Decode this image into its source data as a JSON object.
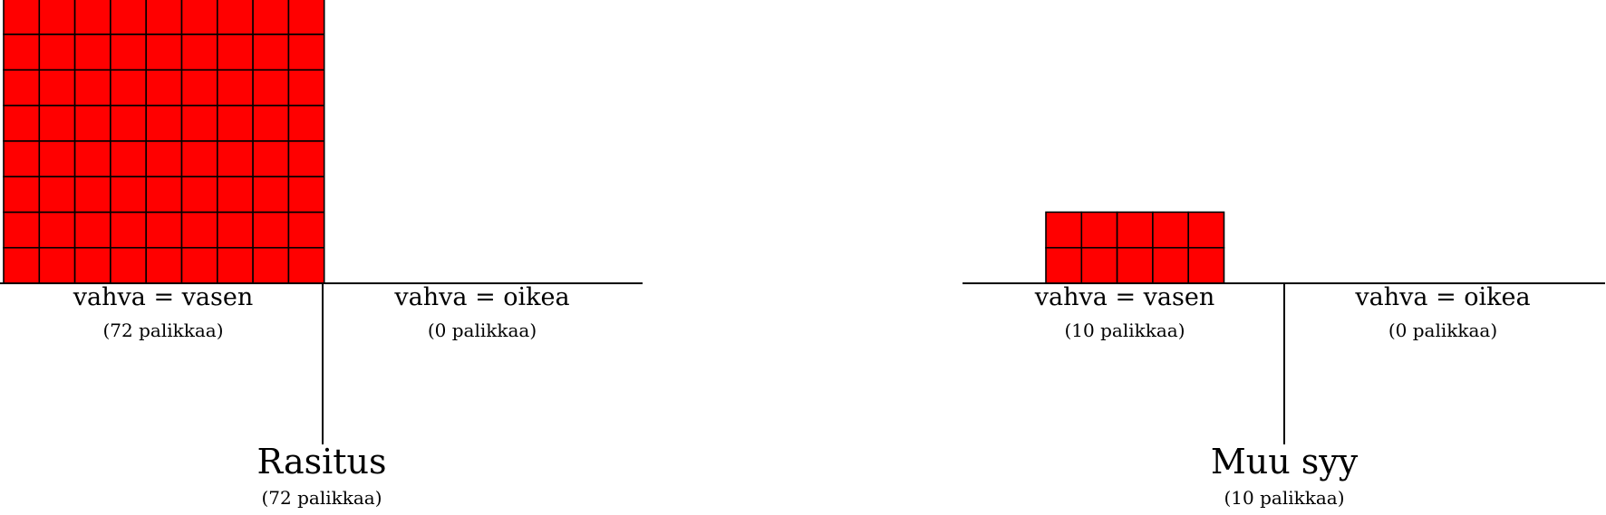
{
  "colors": {
    "block_fill": "#ff0000",
    "block_stroke": "#000000",
    "line": "#000000"
  },
  "diagrams": [
    {
      "title": "Rasitus",
      "total_label": "(72 palikkaa)",
      "left_label": "vahva = vasen",
      "left_count_label": "(72 palikkaa)",
      "right_label": "vahva = oikea",
      "right_count_label": "(0 palikkaa)",
      "left_blocks": 72,
      "right_blocks": 0
    },
    {
      "title": "Muu syy",
      "total_label": "(10 palikkaa)",
      "left_label": "vahva = vasen",
      "left_count_label": "(10 palikkaa)",
      "right_label": "vahva = oikea",
      "right_count_label": "(0 palikkaa)",
      "left_blocks": 10,
      "right_blocks": 0
    }
  ]
}
